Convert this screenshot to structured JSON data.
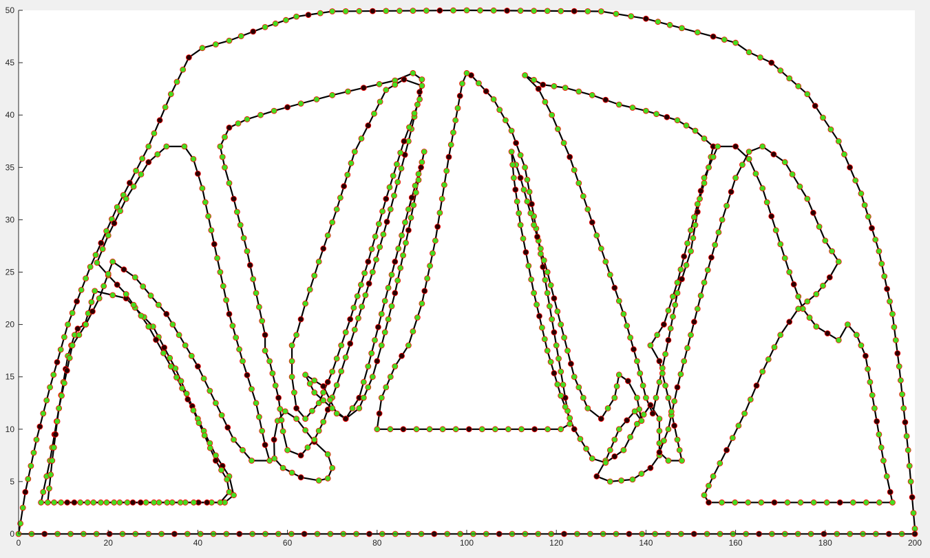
{
  "chart_data": {
    "type": "line",
    "title": "",
    "xlabel": "",
    "ylabel": "",
    "xlim": [
      0,
      200
    ],
    "ylim": [
      0,
      50
    ],
    "xticks": [
      "0",
      "20",
      "40",
      "60",
      "80",
      "100",
      "120",
      "140",
      "160",
      "180",
      "200"
    ],
    "yticks": [
      "0",
      "5",
      "10",
      "15",
      "20",
      "25",
      "30",
      "35",
      "40",
      "45",
      "50"
    ],
    "grid": false,
    "legend": "none",
    "colors": {
      "boundary": "#000000",
      "node_fill_free": "#44dd22",
      "node_fill_fixed": "#2a0000",
      "node_edge": "#ff0000"
    },
    "series": [
      {
        "points": [
          [
            0,
            0
          ],
          [
            200,
            0
          ],
          [
            200,
            0.5
          ],
          [
            199.7,
            2
          ],
          [
            199.1,
            5
          ],
          [
            198.5,
            8
          ],
          [
            197.5,
            12
          ],
          [
            196.5,
            16
          ],
          [
            195,
            21
          ],
          [
            192,
            27
          ],
          [
            188,
            32.5
          ],
          [
            183,
            37.5
          ],
          [
            176,
            42
          ],
          [
            168,
            45
          ],
          [
            163,
            46
          ],
          [
            160,
            46.9
          ],
          [
            155,
            47.5
          ],
          [
            148,
            48.3
          ],
          [
            140,
            49.2
          ],
          [
            130,
            49.9
          ],
          [
            100,
            50
          ],
          [
            70,
            49.9
          ],
          [
            62,
            49.4
          ],
          [
            55,
            48.4
          ],
          [
            47,
            47.1
          ],
          [
            41,
            46.4
          ],
          [
            38,
            45.5
          ],
          [
            34,
            42
          ],
          [
            29,
            37
          ],
          [
            22,
            31.2
          ],
          [
            16,
            25.5
          ],
          [
            11,
            20
          ],
          [
            7,
            14
          ],
          [
            4,
            9
          ],
          [
            1.5,
            4
          ],
          [
            0.4,
            1
          ],
          [
            0,
            0
          ]
        ]
      },
      {
        "points": [
          [
            5,
            3
          ],
          [
            46,
            3
          ],
          [
            48,
            3.7
          ],
          [
            47,
            5.5
          ],
          [
            44,
            7.5
          ],
          [
            40,
            11
          ],
          [
            35,
            15.8
          ],
          [
            30,
            19.8
          ],
          [
            24,
            22.5
          ],
          [
            21,
            22.8
          ],
          [
            17,
            23.2
          ],
          [
            14.8,
            20
          ],
          [
            13.2,
            19.6
          ],
          [
            12.5,
            19
          ],
          [
            11,
            17
          ],
          [
            9,
            12
          ],
          [
            7,
            7
          ],
          [
            5.5,
            4
          ],
          [
            5,
            3
          ]
        ]
      },
      {
        "points": [
          [
            6.5,
            3
          ],
          [
            45,
            3
          ],
          [
            47,
            4
          ],
          [
            46.5,
            5.2
          ],
          [
            44,
            7
          ],
          [
            39,
            11.8
          ],
          [
            34,
            16
          ],
          [
            29,
            19.8
          ],
          [
            24,
            22.9
          ],
          [
            20,
            24.7
          ],
          [
            17.5,
            25.9
          ],
          [
            20,
            28.5
          ],
          [
            24,
            32
          ],
          [
            29,
            35.5
          ],
          [
            33,
            37
          ],
          [
            37,
            37
          ],
          [
            39,
            35.8
          ],
          [
            41,
            33
          ],
          [
            43,
            29
          ],
          [
            45,
            25
          ],
          [
            47,
            21
          ],
          [
            50,
            16.5
          ],
          [
            53,
            12.5
          ],
          [
            55,
            8.5
          ],
          [
            56,
            7
          ],
          [
            52,
            7
          ],
          [
            48,
            9
          ],
          [
            44,
            12.5
          ],
          [
            40,
            16
          ],
          [
            33,
            21
          ],
          [
            26,
            24.5
          ],
          [
            21,
            26
          ],
          [
            18,
            22.5
          ],
          [
            15,
            20
          ],
          [
            12,
            18
          ],
          [
            9,
            12
          ],
          [
            7.5,
            7
          ],
          [
            6.5,
            3
          ]
        ]
      },
      {
        "points": [
          [
            59,
            6.3
          ],
          [
            63,
            5.4
          ],
          [
            67,
            5.1
          ],
          [
            69,
            5.3
          ],
          [
            70,
            6.3
          ],
          [
            69,
            7.6
          ],
          [
            66,
            8.8
          ],
          [
            62,
            11
          ],
          [
            59.5,
            11.7
          ],
          [
            57.8,
            10.8
          ],
          [
            57,
            9
          ],
          [
            57.1,
            7.2
          ],
          [
            59,
            6.3
          ]
        ]
      },
      {
        "points": [
          [
            45,
            37
          ],
          [
            47,
            38.8
          ],
          [
            51,
            39.6
          ],
          [
            57,
            40.4
          ],
          [
            63,
            41.1
          ],
          [
            70,
            41.9
          ],
          [
            77,
            42.6
          ],
          [
            84,
            43.3
          ],
          [
            88,
            44
          ],
          [
            90,
            43.4
          ],
          [
            89,
            41
          ],
          [
            87,
            37.5
          ],
          [
            83,
            31
          ],
          [
            79,
            25
          ],
          [
            75,
            19.5
          ],
          [
            71,
            14.2
          ],
          [
            68,
            10.7
          ],
          [
            66,
            9
          ],
          [
            63,
            7.5
          ],
          [
            60,
            8
          ],
          [
            59,
            9.8
          ],
          [
            58,
            13
          ],
          [
            56,
            16.5
          ],
          [
            55,
            17.5
          ],
          [
            55,
            19
          ],
          [
            53,
            23
          ],
          [
            51,
            27
          ],
          [
            48,
            32
          ],
          [
            46,
            35
          ],
          [
            45,
            37
          ]
        ]
      },
      {
        "points": [
          [
            61,
            18
          ],
          [
            62,
            19
          ],
          [
            64,
            22
          ],
          [
            67,
            26
          ],
          [
            71,
            31
          ],
          [
            75,
            36.5
          ],
          [
            78,
            39
          ],
          [
            82,
            42.4
          ],
          [
            86,
            43.4
          ],
          [
            90,
            42.8
          ],
          [
            89.5,
            41.5
          ],
          [
            86,
            37.5
          ],
          [
            82,
            32
          ],
          [
            78,
            26
          ],
          [
            74,
            20.5
          ],
          [
            70,
            15.5
          ],
          [
            67,
            12.5
          ],
          [
            64,
            11
          ],
          [
            62,
            12
          ],
          [
            61,
            15
          ],
          [
            61,
            18
          ]
        ]
      },
      {
        "points": [
          [
            64,
            15.2
          ],
          [
            68,
            14.1
          ],
          [
            71,
            11.5
          ],
          [
            73,
            11
          ],
          [
            76,
            13
          ],
          [
            78,
            16
          ],
          [
            81,
            21
          ],
          [
            84,
            26
          ],
          [
            87,
            31
          ],
          [
            90,
            35.5
          ],
          [
            90.5,
            36.5
          ],
          [
            89.8,
            35
          ],
          [
            87,
            29
          ],
          [
            84,
            23
          ],
          [
            81,
            18
          ],
          [
            79,
            15
          ],
          [
            76,
            12
          ],
          [
            73,
            11
          ],
          [
            70,
            12
          ],
          [
            66,
            13.5
          ],
          [
            64,
            15.2
          ]
        ]
      },
      {
        "points": [
          [
            80,
            10
          ],
          [
            121,
            10
          ],
          [
            123,
            10.5
          ],
          [
            122,
            13
          ],
          [
            119,
            20.5
          ],
          [
            116,
            28
          ],
          [
            113,
            35
          ],
          [
            110,
            38.5
          ],
          [
            106,
            41.5
          ],
          [
            101,
            43.8
          ],
          [
            100,
            44
          ],
          [
            99,
            43
          ],
          [
            96,
            36
          ],
          [
            93,
            28
          ],
          [
            90,
            22
          ],
          [
            87,
            18
          ],
          [
            84,
            16
          ],
          [
            81,
            13
          ],
          [
            80,
            10
          ]
        ]
      },
      {
        "points": [
          [
            110,
            36.5
          ],
          [
            112,
            34
          ],
          [
            115,
            29.5
          ],
          [
            118,
            25
          ],
          [
            121,
            20
          ],
          [
            124,
            15
          ],
          [
            127,
            12
          ],
          [
            130,
            11
          ],
          [
            133,
            13
          ],
          [
            134,
            15.2
          ],
          [
            136,
            14.6
          ],
          [
            138,
            13
          ],
          [
            139,
            10.8
          ],
          [
            137.5,
            11.7
          ],
          [
            134,
            10
          ],
          [
            131,
            7
          ],
          [
            129,
            5.5
          ],
          [
            132,
            5
          ],
          [
            137,
            5.2
          ],
          [
            141,
            6.3
          ],
          [
            143,
            7.5
          ],
          [
            143,
            11
          ],
          [
            141,
            12.3
          ],
          [
            138,
            10.5
          ],
          [
            135,
            8
          ],
          [
            131,
            6.8
          ],
          [
            128,
            7.2
          ],
          [
            124,
            10
          ],
          [
            121,
            13.2
          ],
          [
            118,
            17.5
          ],
          [
            115,
            23
          ],
          [
            112,
            29.5
          ],
          [
            110.5,
            34
          ],
          [
            110,
            36.5
          ]
        ]
      },
      {
        "points": [
          [
            113,
            43.8
          ],
          [
            117,
            42.9
          ],
          [
            122,
            42.6
          ],
          [
            128,
            41.9
          ],
          [
            134,
            41
          ],
          [
            140,
            40.4
          ],
          [
            147,
            39.5
          ],
          [
            151,
            38.5
          ],
          [
            155,
            37
          ],
          [
            154,
            35
          ],
          [
            152,
            32
          ],
          [
            150,
            27
          ],
          [
            147,
            23
          ],
          [
            145,
            18.5
          ],
          [
            143,
            14.5
          ],
          [
            141.5,
            11.5
          ],
          [
            140,
            13
          ],
          [
            138,
            16.5
          ],
          [
            135,
            21
          ],
          [
            131,
            26
          ],
          [
            127,
            31
          ],
          [
            123,
            36
          ],
          [
            119,
            40
          ],
          [
            116,
            42.5
          ],
          [
            113,
            43.8
          ]
        ]
      },
      {
        "points": [
          [
            141,
            18
          ],
          [
            144,
            20
          ],
          [
            147,
            24
          ],
          [
            150,
            29
          ],
          [
            153,
            34
          ],
          [
            156,
            37
          ],
          [
            160,
            37
          ],
          [
            163,
            35.8
          ],
          [
            166,
            33
          ],
          [
            169,
            29
          ],
          [
            172,
            25
          ],
          [
            175,
            21.5
          ],
          [
            178,
            19.8
          ],
          [
            183,
            18.5
          ],
          [
            185,
            20
          ],
          [
            187,
            19
          ],
          [
            189,
            17
          ],
          [
            191,
            12
          ],
          [
            193,
            7
          ],
          [
            194.5,
            4
          ],
          [
            195,
            3
          ],
          [
            154,
            3
          ],
          [
            153,
            3.7
          ],
          [
            155,
            5.5
          ],
          [
            158,
            8
          ],
          [
            162,
            11.5
          ],
          [
            166,
            15.5
          ],
          [
            170,
            19
          ],
          [
            174,
            21.5
          ],
          [
            178,
            22.9
          ],
          [
            181,
            24.5
          ],
          [
            183,
            26
          ],
          [
            180,
            28
          ],
          [
            176,
            32
          ],
          [
            171,
            35.5
          ],
          [
            166,
            37
          ],
          [
            163,
            36.5
          ],
          [
            160,
            34
          ],
          [
            157,
            30
          ],
          [
            153,
            24
          ],
          [
            150,
            19
          ],
          [
            147,
            14
          ],
          [
            145,
            10
          ],
          [
            143,
            7.8
          ],
          [
            145,
            7
          ],
          [
            148,
            7
          ],
          [
            147,
            9
          ],
          [
            145,
            13
          ],
          [
            143,
            16.5
          ],
          [
            141,
            18
          ]
        ]
      }
    ]
  }
}
